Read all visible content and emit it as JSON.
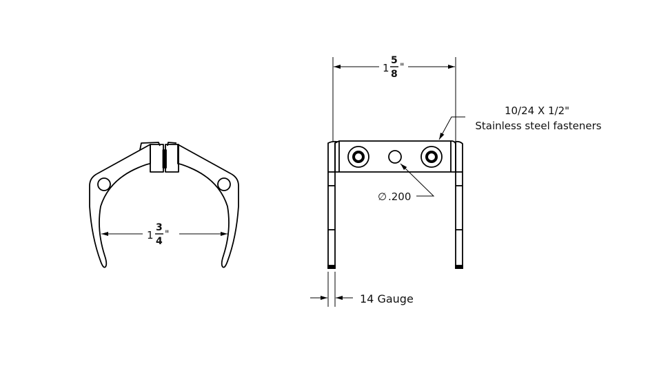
{
  "drawing": {
    "line_color": "#000000",
    "background": "#ffffff",
    "front_view": {
      "dimension_width": {
        "whole": "1",
        "numerator": "3",
        "denominator": "4",
        "unit": "\""
      }
    },
    "side_view": {
      "dimension_width": {
        "whole": "1",
        "numerator": "5",
        "denominator": "8",
        "unit": "\""
      },
      "fastener_note": {
        "line1": "10/24 X 1/2\"",
        "line2": "Stainless steel fasteners"
      },
      "hole_note": {
        "symbol": "∅",
        "value": ".200"
      },
      "thickness_note": "14 Gauge"
    }
  }
}
